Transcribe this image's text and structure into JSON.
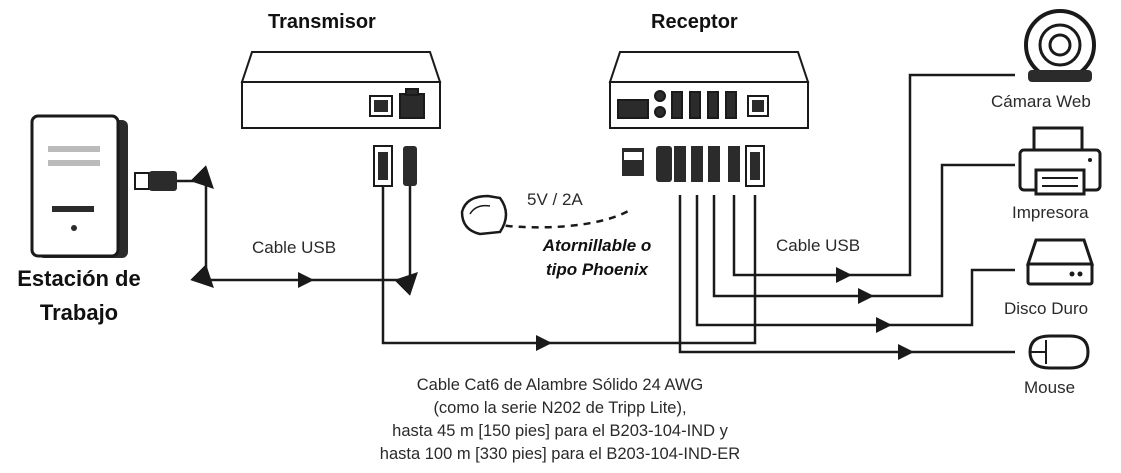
{
  "labels": {
    "transmitter": "Transmisor",
    "receiver": "Receptor",
    "workstation_line1": "Estación de",
    "workstation_line2": "Trabajo",
    "usb_cable_left": "Cable USB",
    "usb_cable_right": "Cable USB",
    "power": "5V / 2A",
    "terminal_line1": "Atornillable o",
    "terminal_line2": "tipo Phoenix",
    "webcam": "Cámara Web",
    "printer": "Impresora",
    "hard_drive": "Disco Duro",
    "mouse": "Mouse"
  },
  "cable_note": [
    "Cable Cat6 de Alambre Sólido 24 AWG",
    "(como la serie N202 de Tripp Lite),",
    "hasta 45 m [150 pies] para el B203-104-IND y",
    "hasta 100 m [330 pies] para el B203-104-IND-ER"
  ],
  "colors": {
    "ink": "#1a1a1a",
    "device_fill": "#ffffff",
    "dark_fill": "#2b2b2b"
  }
}
